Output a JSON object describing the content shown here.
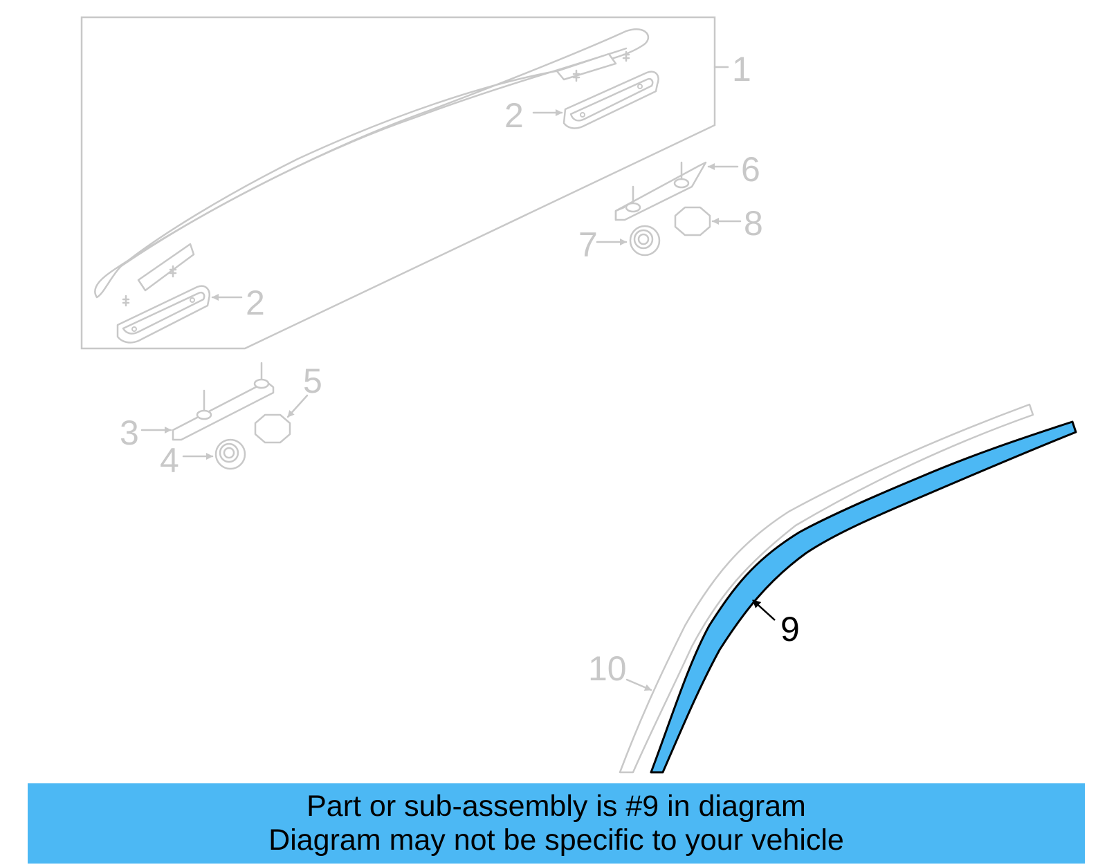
{
  "diagram": {
    "callouts": {
      "c1": "1",
      "c2a": "2",
      "c2b": "2",
      "c3": "3",
      "c4": "4",
      "c5": "5",
      "c6": "6",
      "c7": "7",
      "c8": "8",
      "c9": "9",
      "c10": "10"
    },
    "highlight_color": "#4cb8f4",
    "faded_color": "#c8c8c8"
  },
  "banner": {
    "line1": "Part or sub-assembly is #9 in diagram",
    "line2": "Diagram may not be specific to your vehicle"
  }
}
